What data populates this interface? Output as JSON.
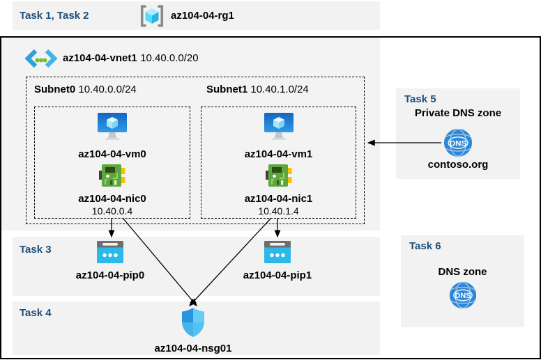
{
  "colors": {
    "task_text": "#1F4E79",
    "panel_gray": "#F2F2F2",
    "border_black": "#000000",
    "vm_blue": "#1E7FD8",
    "nic_green": "#5CA63C",
    "pip_cyan": "#2BB9E9",
    "nsg_blue": "#2D9BE2",
    "dns_blue": "#2E86D6"
  },
  "icons": {
    "resource_group": "bracketed-cube",
    "vnet": "chevrons-with-dots",
    "vm": "monitor-with-cube",
    "nic": "network-interface-card",
    "public_ip": "browser-window-dots",
    "nsg": "quartered-shield",
    "dns": "globe-dns",
    "dns_text": "DNS"
  },
  "top_band": {
    "task_label": "Task 1, Task 2",
    "rg_name": "az104-04-rg1"
  },
  "vnet": {
    "name": "az104-04-vnet1",
    "cidr": "10.40.0.0/20"
  },
  "subnets": [
    {
      "name": "Subnet0",
      "cidr": "10.40.0.0/24",
      "vm": "az104-04-vm0",
      "nic": "az104-04-nic0",
      "ip": "10.40.0.4"
    },
    {
      "name": "Subnet1",
      "cidr": "10.40.1.0/24",
      "vm": "az104-04-vm1",
      "nic": "az104-04-nic1",
      "ip": "10.40.1.4"
    }
  ],
  "task3": {
    "label": "Task 3",
    "pips": [
      "az104-04-pip0",
      "az104-04-pip1"
    ]
  },
  "task4": {
    "label": "Task 4",
    "nsg": "az104-04-nsg01"
  },
  "task5": {
    "label": "Task 5",
    "title": "Private DNS zone",
    "zone": "contoso.org"
  },
  "task6": {
    "label": "Task 6",
    "title": "DNS zone"
  },
  "arrows": [
    {
      "from": "az104-04-nic0",
      "to": "az104-04-pip0"
    },
    {
      "from": "az104-04-nic1",
      "to": "az104-04-pip1"
    },
    {
      "from": "az104-04-nic0",
      "to": "az104-04-nsg01"
    },
    {
      "from": "az104-04-nic1",
      "to": "az104-04-nsg01"
    },
    {
      "from": "contoso.org",
      "to": "az104-04-vnet1"
    }
  ]
}
